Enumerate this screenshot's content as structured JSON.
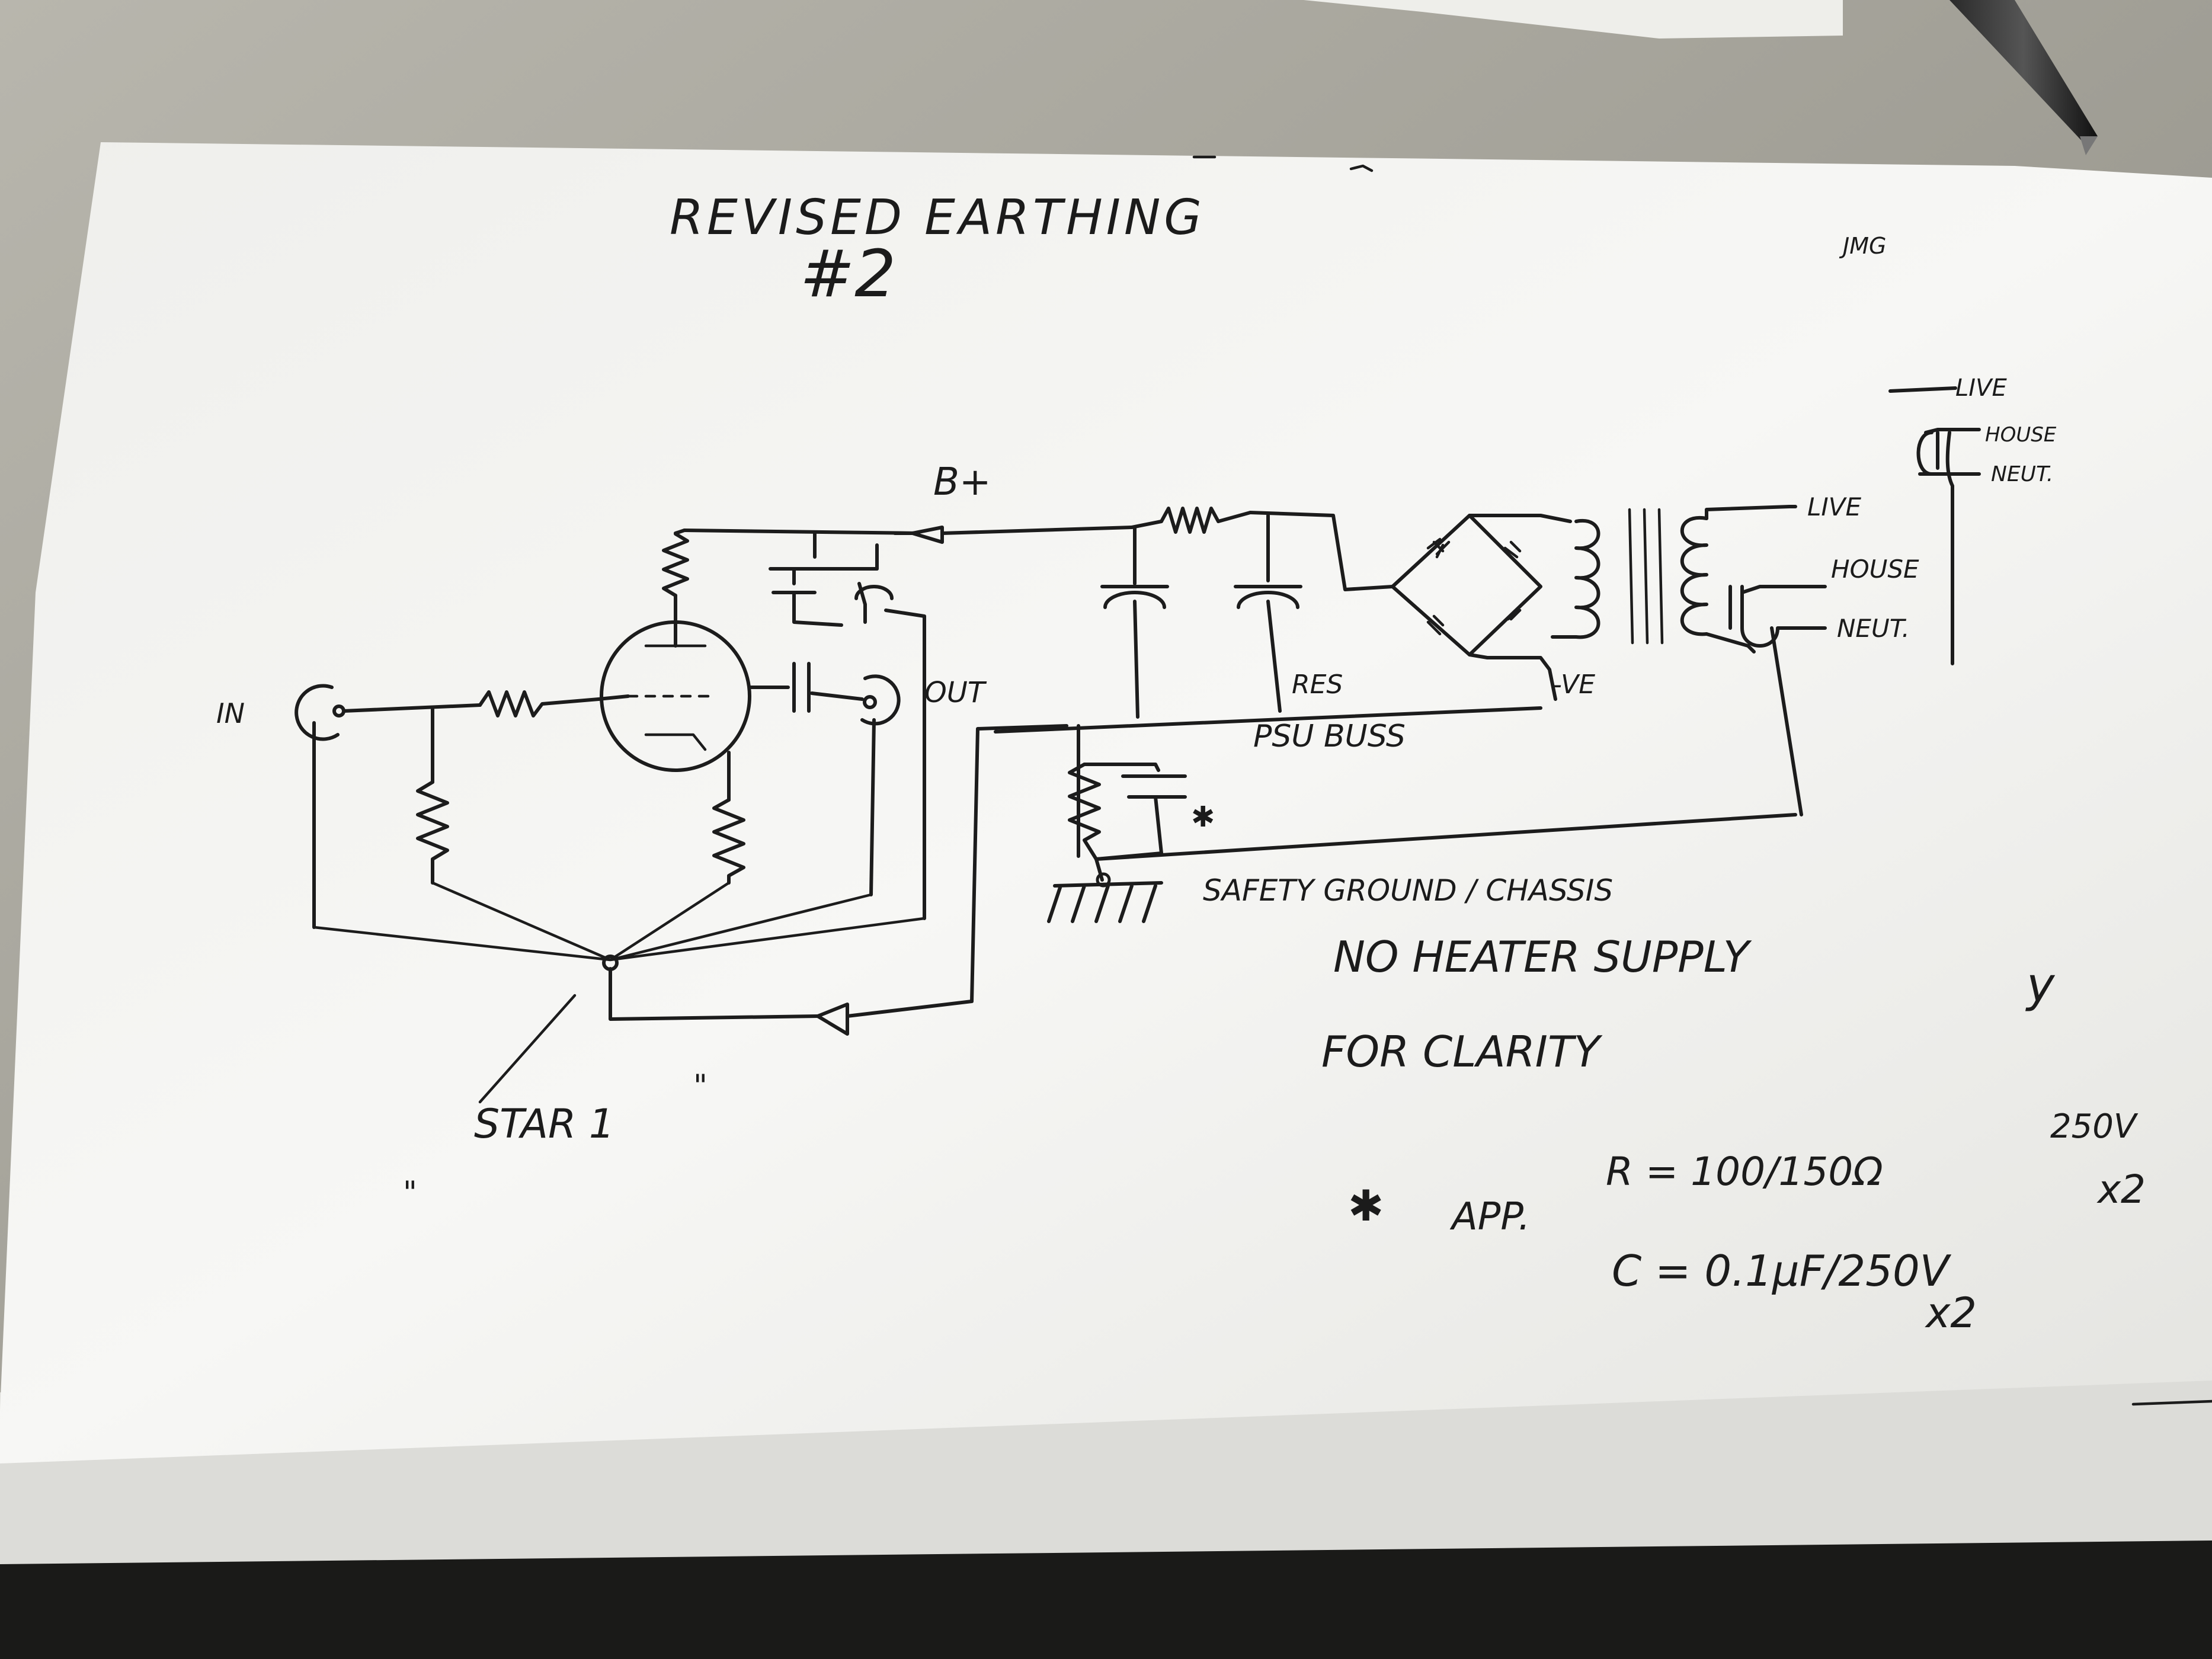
{
  "title": {
    "line1": "REVISED   EARTHING",
    "line2": "#2"
  },
  "initials": "JMG",
  "labels": {
    "input": "IN",
    "output": "OUT",
    "bplus": "B+",
    "res": "RES",
    "psu_buss": "PSU BUSS",
    "neg_ve": "-VE",
    "safety_ground": "SAFETY GROUND / CHASSIS",
    "star": "STAR 1",
    "star_quote": "\"",
    "star_mark": "\"",
    "live": "LIVE",
    "house": "HOUSE",
    "neut": "NEUT.",
    "live_top": "LIVE",
    "house_top": "HOUSE",
    "neut_top": "NEUT."
  },
  "notes": {
    "no_heater_line1": "NO HEATER SUPPLY",
    "no_heater_line2": "FOR CLARITY",
    "star_symbol": "✱",
    "app": "APP.",
    "r_value": "R = 100/150Ω",
    "c_value": "C = 0.1µF/250V",
    "x2": "x2",
    "side_voltage": "250V",
    "side_x2": "x2",
    "side_y": "y"
  },
  "colors": {
    "paper": "#f4f4f1",
    "ink": "#1c1c1c",
    "desk": "#8f8d84"
  }
}
